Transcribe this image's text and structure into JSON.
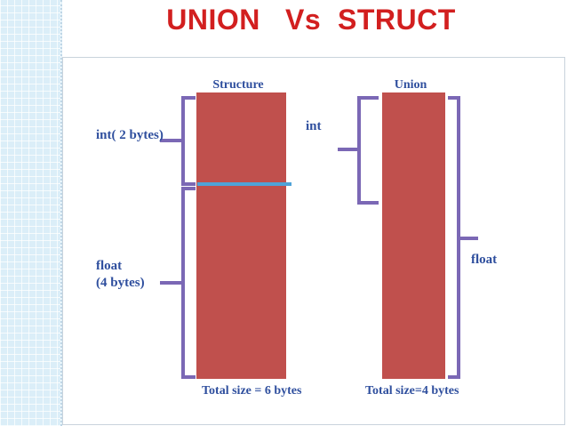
{
  "slide": {
    "title": "UNION   Vs  STRUCT"
  },
  "diagram": {
    "structure": {
      "heading": "Structure",
      "member_int": "int( 2 bytes)",
      "member_float_line1": "float",
      "member_float_line2": "(4 bytes)",
      "total": "Total size = 6 bytes"
    },
    "union": {
      "heading": "Union",
      "member_int": "int",
      "member_float": "float",
      "total": "Total size=4  bytes"
    },
    "colors": {
      "block_fill": "#c0504d",
      "brace": "#7b68b5",
      "divider": "#4fa3d8",
      "label_text": "#2f4f9e",
      "title_text": "#d21f1f"
    }
  }
}
